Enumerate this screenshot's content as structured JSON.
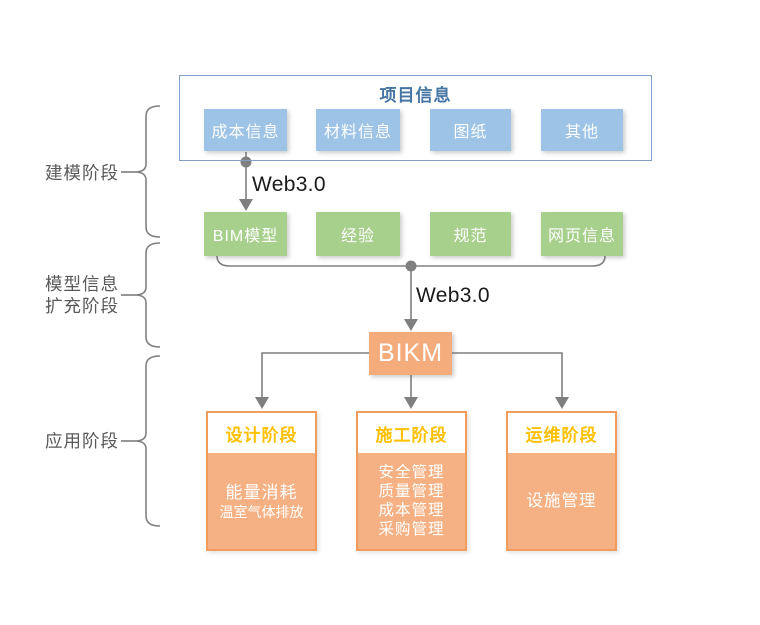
{
  "stages": [
    {
      "lines": [
        "建模阶段"
      ]
    },
    {
      "lines": [
        "模型信息",
        "扩充阶段"
      ]
    },
    {
      "lines": [
        "应用阶段"
      ]
    }
  ],
  "project_info": {
    "title": "项目信息",
    "items": [
      "成本信息",
      "材料信息",
      "图纸",
      "其他"
    ]
  },
  "flow": {
    "web30_top": "Web3.0",
    "web30_mid": "Web3.0"
  },
  "knowledge": {
    "items": [
      "BIM模型",
      "经验",
      "规范",
      "网页信息"
    ]
  },
  "bikm": {
    "label": "BIKM"
  },
  "applications": [
    {
      "title": "设计阶段",
      "items": [
        "能量消耗",
        "温室气体排放"
      ]
    },
    {
      "title": "施工阶段",
      "items": [
        "安全管理",
        "质量管理",
        "成本管理",
        "采购管理"
      ]
    },
    {
      "title": "运维阶段",
      "items": [
        "设施管理"
      ]
    }
  ],
  "colors": {
    "blue_fill": "#9DC3E6",
    "green_fill": "#A8D08D",
    "bikm_fill": "#F4AC7C",
    "orange_fill": "#F5B183",
    "orange_border": "#F09C5D",
    "gold_text": "#FFC000",
    "title_blue": "#4575A5",
    "outer_border": "#7F9FC7",
    "line_gray": "#7F7F7F",
    "dot_gray": "#808080",
    "label_gray": "#595959",
    "web30_color": "#1A1A1A"
  }
}
